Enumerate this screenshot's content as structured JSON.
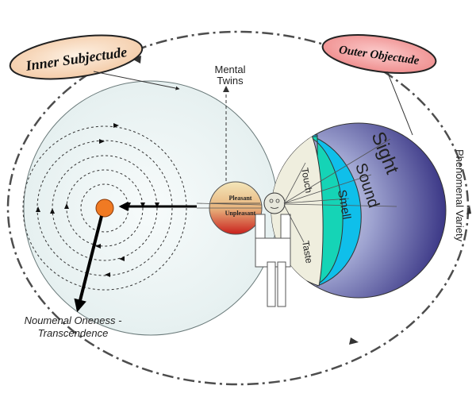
{
  "labels": {
    "inner_subjectude": "Inner Subjectude",
    "outer_objectude": "Outer Objectude",
    "mental_twins_line1": "Mental",
    "mental_twins_line2": "Twins",
    "pleasant": "Pleasant",
    "unpleasant": "Unpleasant",
    "touch": "Touch",
    "sight": "Sight",
    "sound": "Sound",
    "smell": "Smell",
    "taste": "Taste",
    "phenomenal_variety": "Phenomenal Variety",
    "noumenal_line1": "Noumenal Oneness -",
    "noumenal_line2": "Transcendence"
  },
  "colors": {
    "inner_bubble": "#f9dcc2",
    "outer_bubble": "#f4a2a2",
    "core_dot": "#f07a23",
    "smell_band": "#15d4b6",
    "sound_band": "#0fbfea",
    "sight_dark": "#2f2a7d"
  }
}
